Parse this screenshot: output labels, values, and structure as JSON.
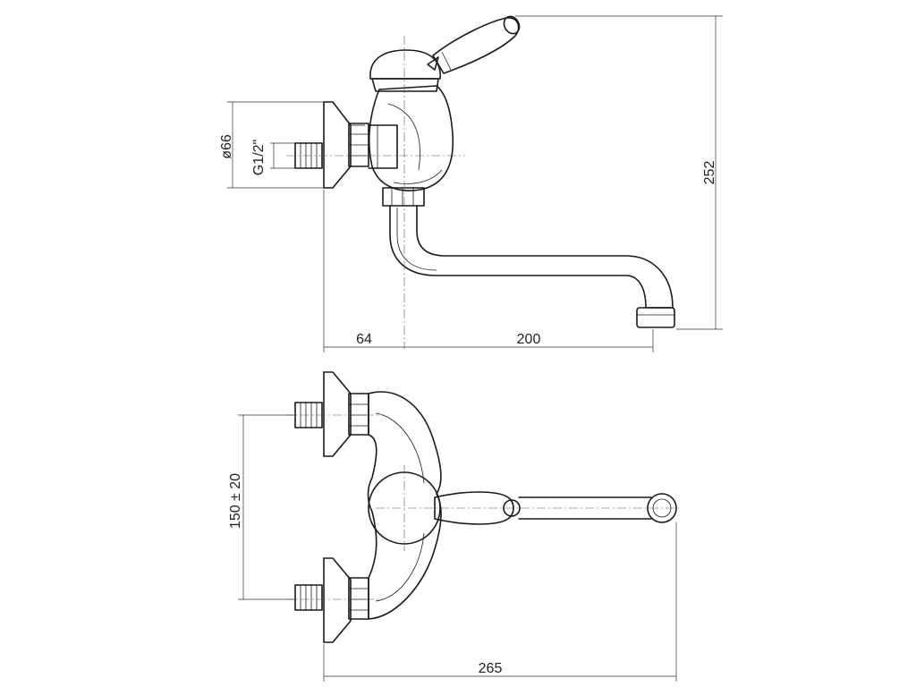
{
  "dimensions": {
    "side_view": {
      "wall_to_axis": "64",
      "axis_to_spout": "200",
      "overall_height": "252",
      "flange_diameter": "ø66",
      "inlet_thread": "G1/2\""
    },
    "top_view": {
      "inlet_spacing": "150 ± 20",
      "overall_projection": "265"
    }
  }
}
